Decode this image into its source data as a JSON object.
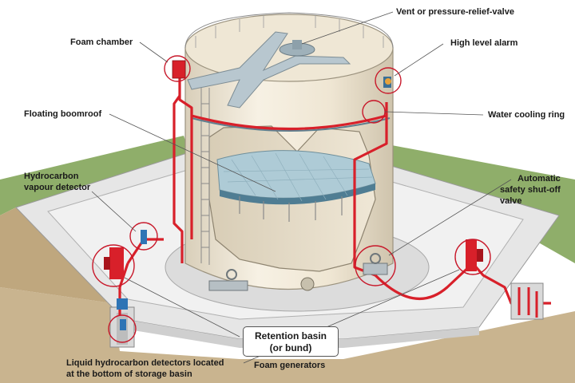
{
  "labels": {
    "vent_valve": "Vent or  pressure-relief-valve",
    "foam_chamber": "Foam chamber",
    "high_level_alarm": "High level alarm",
    "floating_roof": "Floating boomroof",
    "water_cooling_ring": "Water cooling ring",
    "hc_vapour_detector_1": "Hydrocarbon",
    "hc_vapour_detector_2": "vapour detector",
    "auto_shutoff_1": "Automatic",
    "auto_shutoff_2": "safety shut-off",
    "auto_shutoff_3": "valve",
    "retention_1": "Retention basin",
    "retention_2": "(or bund)",
    "liquid_detectors_1": "Liquid hydrocarbon detectors located",
    "liquid_detectors_2": "at the bottom of storage basin",
    "foam_generators": "Foam generators"
  },
  "colors": {
    "grass": "#8fae6a",
    "ground": "#c9b48f",
    "concrete": "#ececec",
    "tank": "#f3ebda",
    "floating_roof": "#aecbd6",
    "fire_pipe": "#d8202a",
    "callout_circle": "#c8182a"
  }
}
